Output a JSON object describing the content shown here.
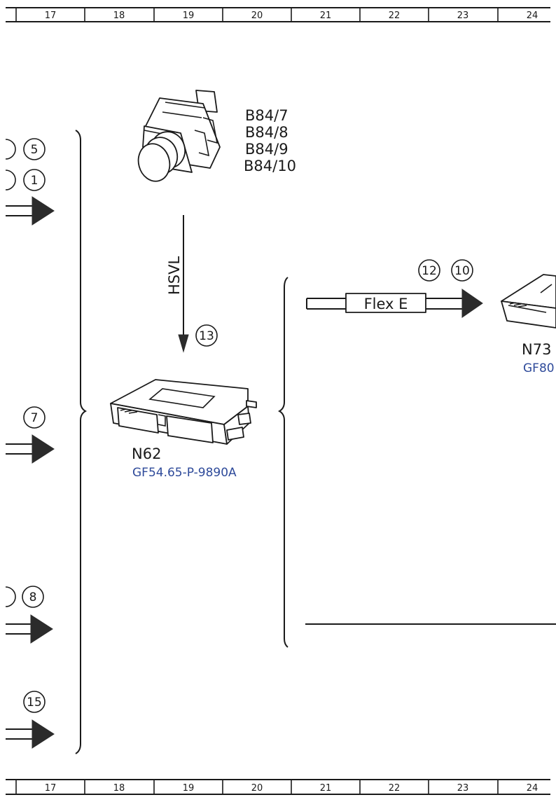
{
  "ruler": {
    "top": [
      "17",
      "18",
      "19",
      "20",
      "21",
      "22",
      "23",
      "24"
    ],
    "bottom": [
      "17",
      "18",
      "19",
      "20",
      "21",
      "22",
      "23",
      "24"
    ]
  },
  "components": {
    "camera": {
      "labels": [
        "B84/7",
        "B84/8",
        "B84/9",
        "B84/10"
      ]
    },
    "n62": {
      "label": "N62",
      "ref": "GF54.65-P-9890A"
    },
    "n73": {
      "label": "N73",
      "ref": "GF80"
    }
  },
  "signals": {
    "hsvl": "HSVL",
    "flex": "Flex E"
  },
  "markers": {
    "m5": "5",
    "m1": "1",
    "m7": "7",
    "m8": "8",
    "m15": "15",
    "m13": "13",
    "m12": "12",
    "m10": "10"
  },
  "colors": {
    "line": "#1a1a1a",
    "reference_link": "#2e4a9a"
  }
}
